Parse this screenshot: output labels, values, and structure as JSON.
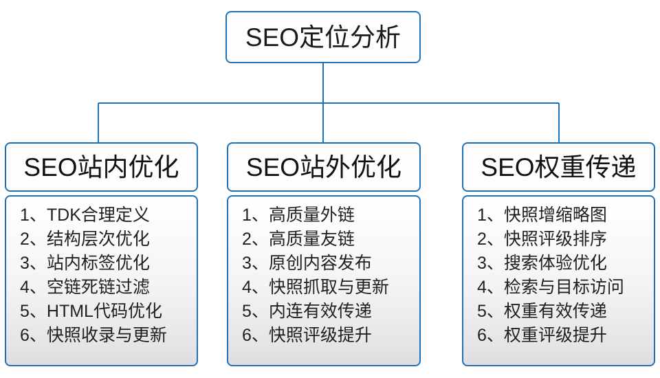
{
  "colors": {
    "border": "#1b72b8",
    "text": "#1a1a1a",
    "panel_top": "#ffffff",
    "panel_bottom": "#dedede"
  },
  "root": {
    "title": "SEO定位分析"
  },
  "columns": [
    {
      "header": "SEO站内优化",
      "items": [
        {
          "num": "1、",
          "text": "TDK合理定义"
        },
        {
          "num": "2、",
          "text": "结构层次优化"
        },
        {
          "num": "3、",
          "text": "站内标签优化"
        },
        {
          "num": "4、",
          "text": "空链死链过滤"
        },
        {
          "num": "5、",
          "text": "HTML代码优化"
        },
        {
          "num": "6、",
          "text": "快照收录与更新"
        }
      ]
    },
    {
      "header": "SEO站外优化",
      "items": [
        {
          "num": "1、",
          "text": "高质量外链"
        },
        {
          "num": "2、",
          "text": "高质量友链"
        },
        {
          "num": "3、",
          "text": "原创内容发布"
        },
        {
          "num": "4、",
          "text": "快照抓取与更新"
        },
        {
          "num": "5、",
          "text": "内连有效传递"
        },
        {
          "num": "6、",
          "text": "快照评级提升"
        }
      ]
    },
    {
      "header": "SEO权重传递",
      "items": [
        {
          "num": "1、",
          "text": "快照增缩略图"
        },
        {
          "num": "2、",
          "text": "快照评级排序"
        },
        {
          "num": "3、",
          "text": "搜索体验优化"
        },
        {
          "num": "4、",
          "text": "检索与目标访问"
        },
        {
          "num": "5、",
          "text": "权重有效传递"
        },
        {
          "num": "6、",
          "text": "权重评级提升"
        }
      ]
    }
  ]
}
